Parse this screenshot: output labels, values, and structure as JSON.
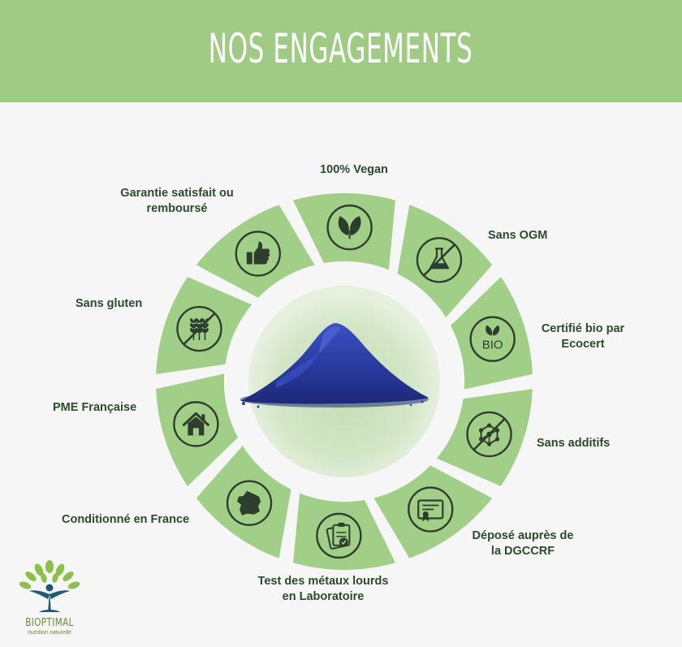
{
  "banner": {
    "title": "NOS ENGAGEMENTS",
    "color": "#9fcb84"
  },
  "colors": {
    "segment": "#a2cf87",
    "icon": "#2e3e2e",
    "text": "#2c4a2c",
    "powder": "#2a3fa8",
    "center_disc": "#cfe3c2"
  },
  "commitments": [
    {
      "label": "100% Vegan",
      "icon": "leaves-icon"
    },
    {
      "label": "Sans OGM",
      "icon": "no-gmo-flask-icon"
    },
    {
      "label": "Certifié bio par\nEcocert",
      "icon": "bio-leaf-icon"
    },
    {
      "label": "Sans additifs",
      "icon": "no-additives-molecule-icon"
    },
    {
      "label": "Déposé auprès de\nla DGCCRF",
      "icon": "certificate-icon"
    },
    {
      "label": "Test des métaux lourds\nen Laboratoire",
      "icon": "clipboard-check-icon"
    },
    {
      "label": "Conditionné en France",
      "icon": "france-map-icon"
    },
    {
      "label": "PME Française",
      "icon": "house-icon"
    },
    {
      "label": "Sans gluten",
      "icon": "no-gluten-wheat-icon"
    },
    {
      "label": "Garantie satisfait ou\nremboursé",
      "icon": "thumbs-up-icon"
    }
  ],
  "logo": {
    "name": "BIOPTIMAL",
    "tagline": "nutrition naturelle"
  }
}
